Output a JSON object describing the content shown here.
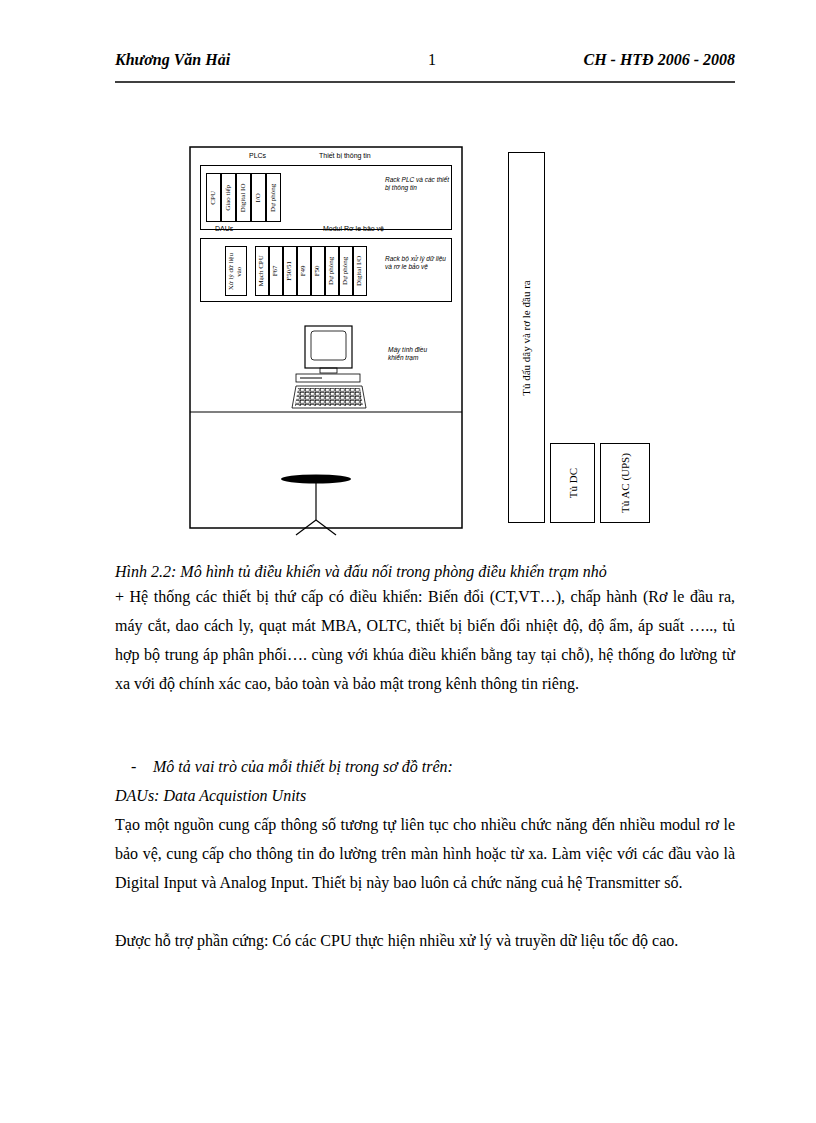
{
  "diagram": {
    "caption": "Hình 2.2: Mô hình tủ điều khiển và đấu nối trong phòng điều khiển trạm nhỏ",
    "nodes": [
      {
        "text": [
          "PLCs",
          "Thiết bị thông tin",
          "Rack PLC và các thiết bị thông tin"
        ]
      },
      {
        "text": [
          "CPU"
        ],
        "in": 0
      },
      {
        "text": [
          "Giao tiếp"
        ],
        "in": 0
      },
      {
        "text": [
          "Digital IO"
        ],
        "in": 0
      },
      {
        "text": [
          "I/O"
        ],
        "in": 0
      },
      {
        "text": [
          "Dự phòng"
        ],
        "in": 0
      },
      {
        "text": [
          "DAUs",
          "Modul Rơ le bảo vệ",
          "Rack bộ xử lý dữ liệu và rơ le bảo vệ"
        ]
      },
      {
        "text": [
          "Xử lý dữ liệu vào"
        ],
        "in": 6
      },
      {
        "text": [
          "Mạch CPU"
        ],
        "in": 6
      },
      {
        "text": [
          "F67"
        ],
        "in": 6
      },
      {
        "text": [
          "F50/51"
        ],
        "in": 6
      },
      {
        "text": [
          "F49"
        ],
        "in": 6
      },
      {
        "text": [
          "F50"
        ],
        "in": 6
      },
      {
        "text": [
          "Dự phòng"
        ],
        "in": 6
      },
      {
        "text": [
          "Dự phòng"
        ],
        "in": 6
      },
      {
        "text": [
          "Digital I/O"
        ],
        "in": 6
      },
      {
        "text": [
          "Tủ đấu dây và rơ le đầu ra"
        ]
      },
      {
        "text": [
          "Tủ DC"
        ]
      },
      {
        "text": [
          "Tủ AC (UPS)"
        ]
      }
    ],
    "labels": [
      "Khương Văn Hải",
      "1",
      "CH - HTĐ 2006 - 2008",
      "Máy tính điều khiển trạm",
      "+ Hệ thống các thiết bị thứ cấp có điều khiển: Biến đổi (CT,VT…), chấp hành (Rơ le đầu ra, máy cắt, dao cách ly, quạt mát MBA, OLTC, thiết bị biến đổi nhiệt độ, độ ẩm, áp suất ….., tủ hợp bộ trung áp phân phối…. cùng với khúa điều khiển bằng tay tại chỗ), hệ thống đo lường từ xa với độ chính xác cao, bảo toàn và bảo mật trong kênh thông tin riêng.",
      "-",
      "Mô tả vai trò của mỗi thiết bị trong sơ đồ trên:",
      "DAUs: Data Acquistion Units",
      "Tạo một nguồn cung cấp thông số tương tự liên tục cho nhiều chức năng đến nhiều modul rơ le bảo vệ, cung cấp cho thông tin đo lường trên màn hình hoặc từ xa. Làm việc với các đầu vào là Digital Input và Analog Input. Thiết bị này bao luôn cả chức năng cuả hệ Transmitter số.",
      "Được hỗ trợ phần cứng: Có các CPU thực hiện nhiều xử lý và truyền dữ liệu tốc độ cao."
    ]
  }
}
